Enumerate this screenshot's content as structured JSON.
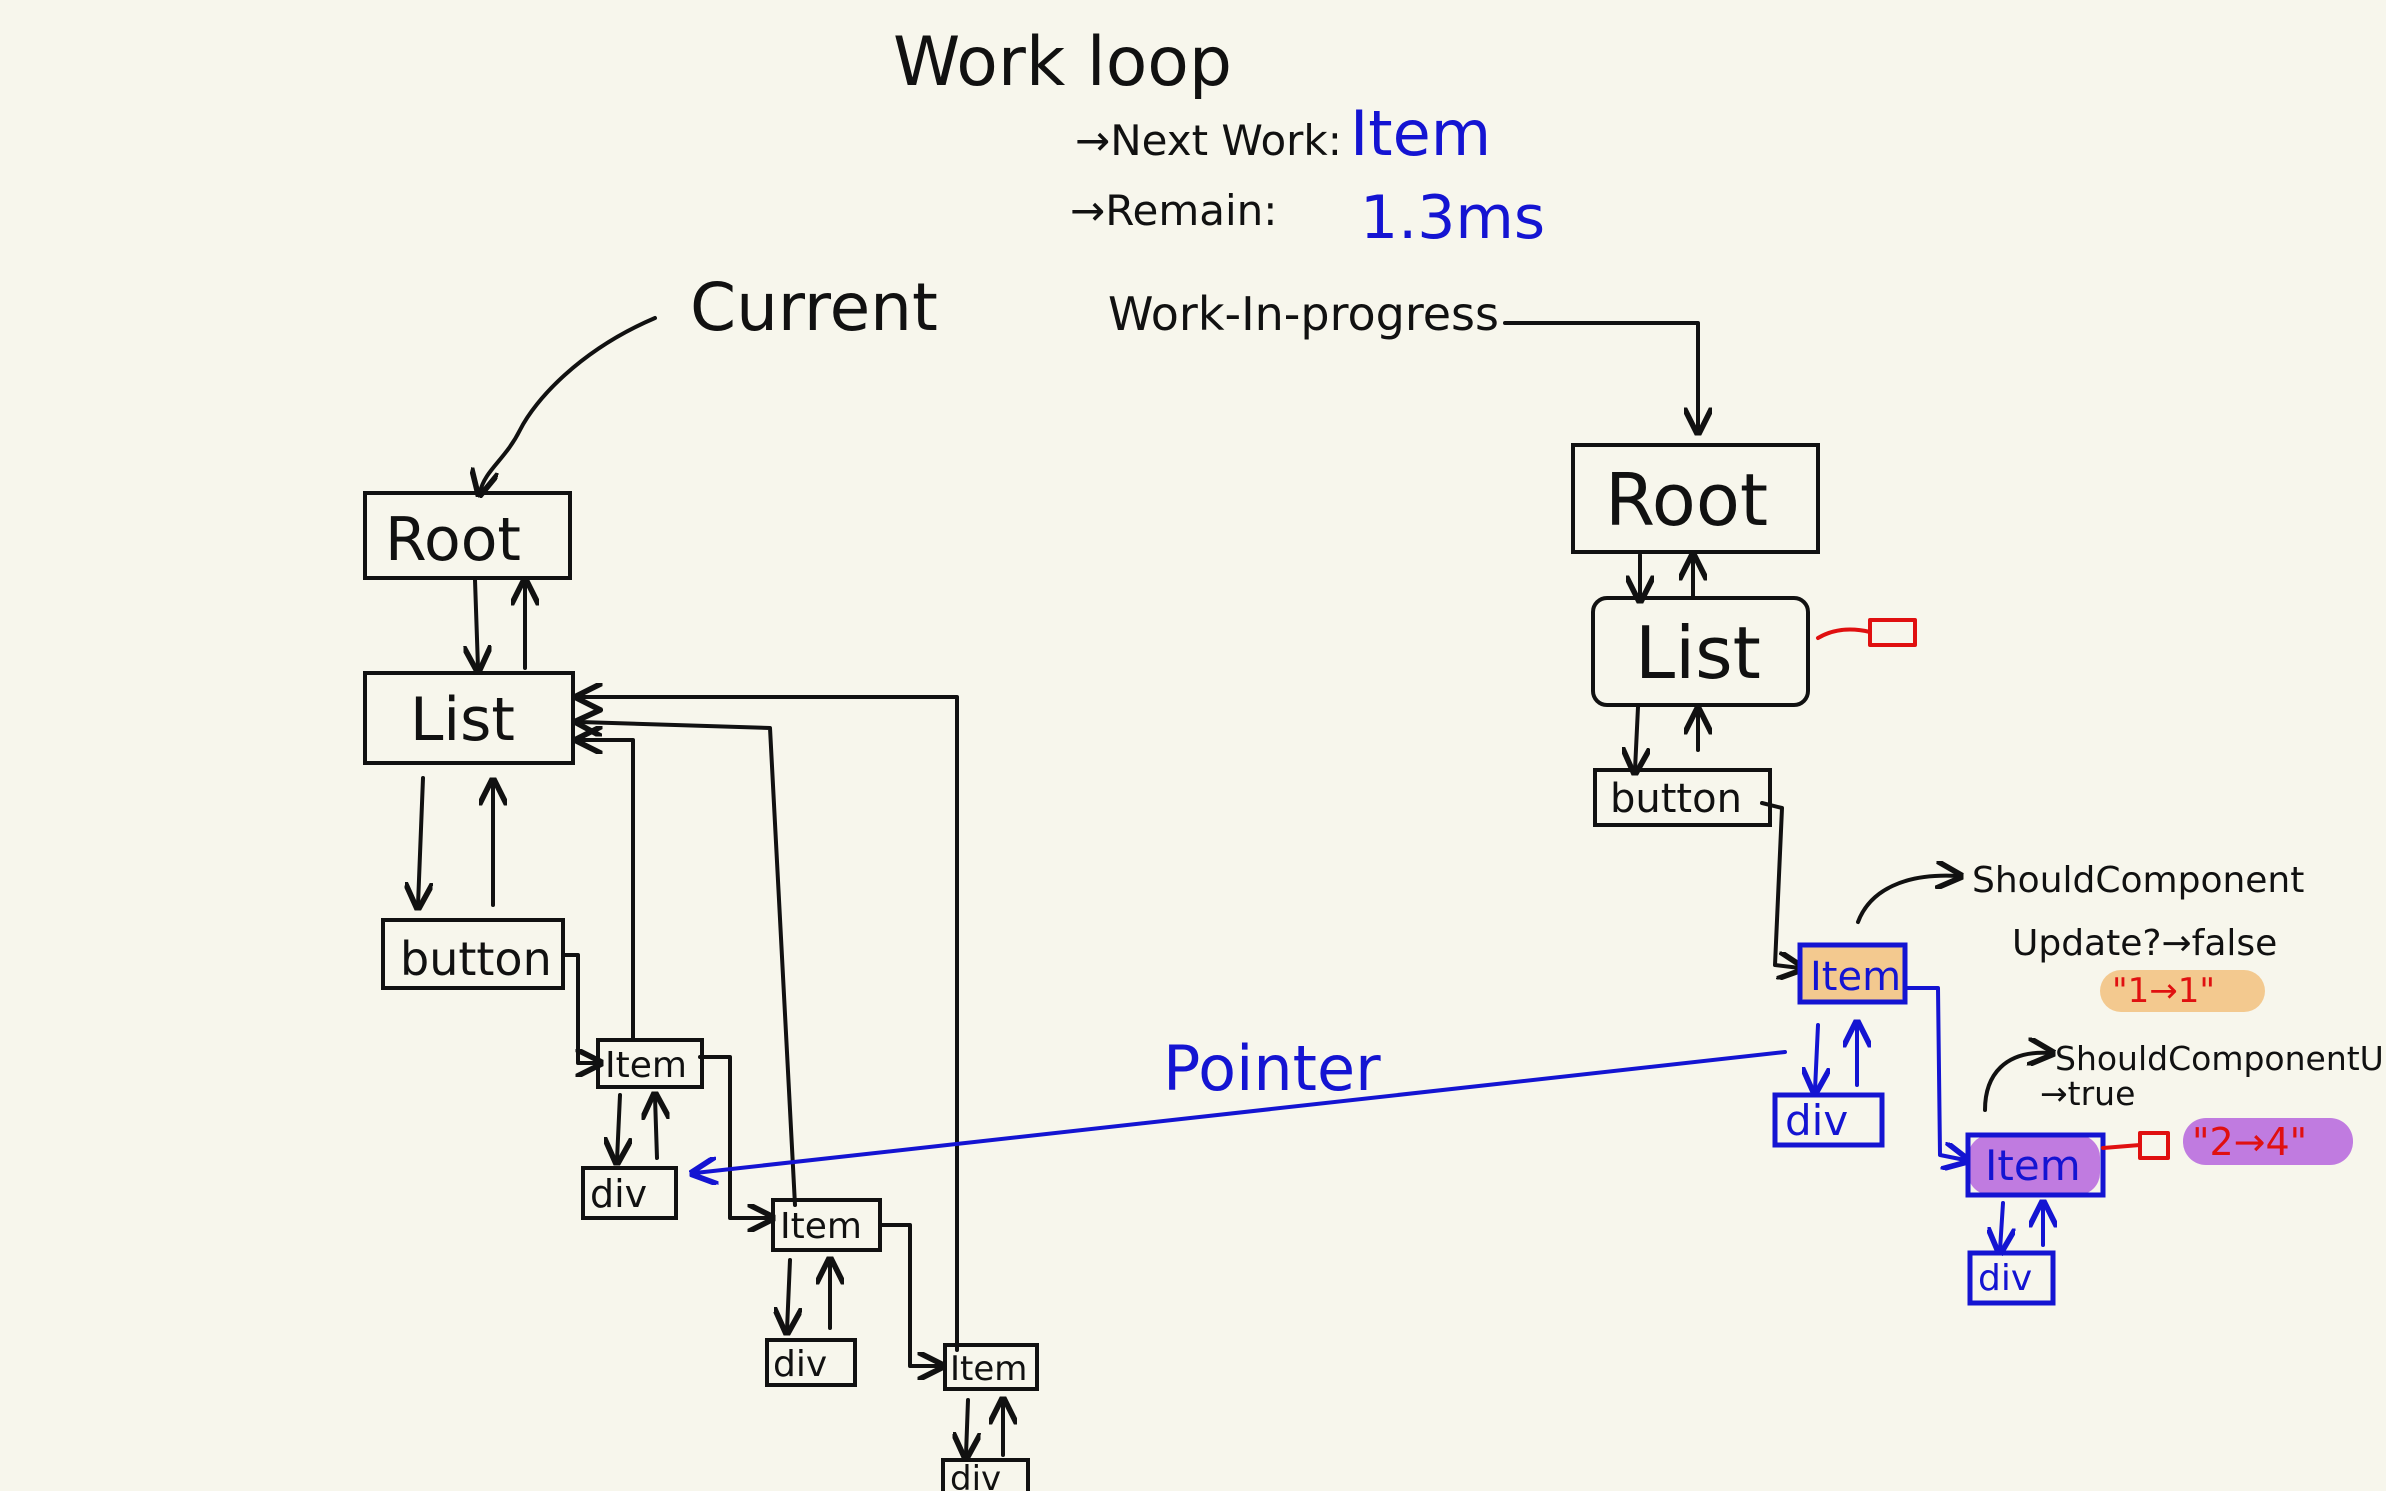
{
  "header": {
    "title": "Work loop",
    "next_work_label": "→Next Work:",
    "next_work_value": "Item",
    "remain_label": "→Remain:",
    "remain_value": "1.3ms"
  },
  "current": {
    "label": "Current",
    "root": "Root",
    "list": "List",
    "button": "button",
    "items": [
      {
        "item": "Item",
        "div": "div"
      },
      {
        "item": "Item",
        "div": "div"
      },
      {
        "item": "Item",
        "div": "div"
      }
    ]
  },
  "wip": {
    "label": "Work-In-progress",
    "root": "Root",
    "list": "List",
    "button": "button",
    "item1": "Item",
    "div1": "div",
    "item2": "Item",
    "div2": "div",
    "note1_line1": "ShouldComponent",
    "note1_line2": "Update?→false",
    "note1_value": "\"1→1\"",
    "note2_line1": "ShouldComponentUpdate",
    "note2_line2": "→true",
    "note2_value": "\"2→4\""
  },
  "pointer_label": "Pointer",
  "colors": {
    "background": "#f7f6ec",
    "ink": "#111111",
    "blue": "#1414d2",
    "red": "#e01010",
    "orange_highlight": "#f3c98f",
    "purple_highlight": "#c07be0"
  }
}
